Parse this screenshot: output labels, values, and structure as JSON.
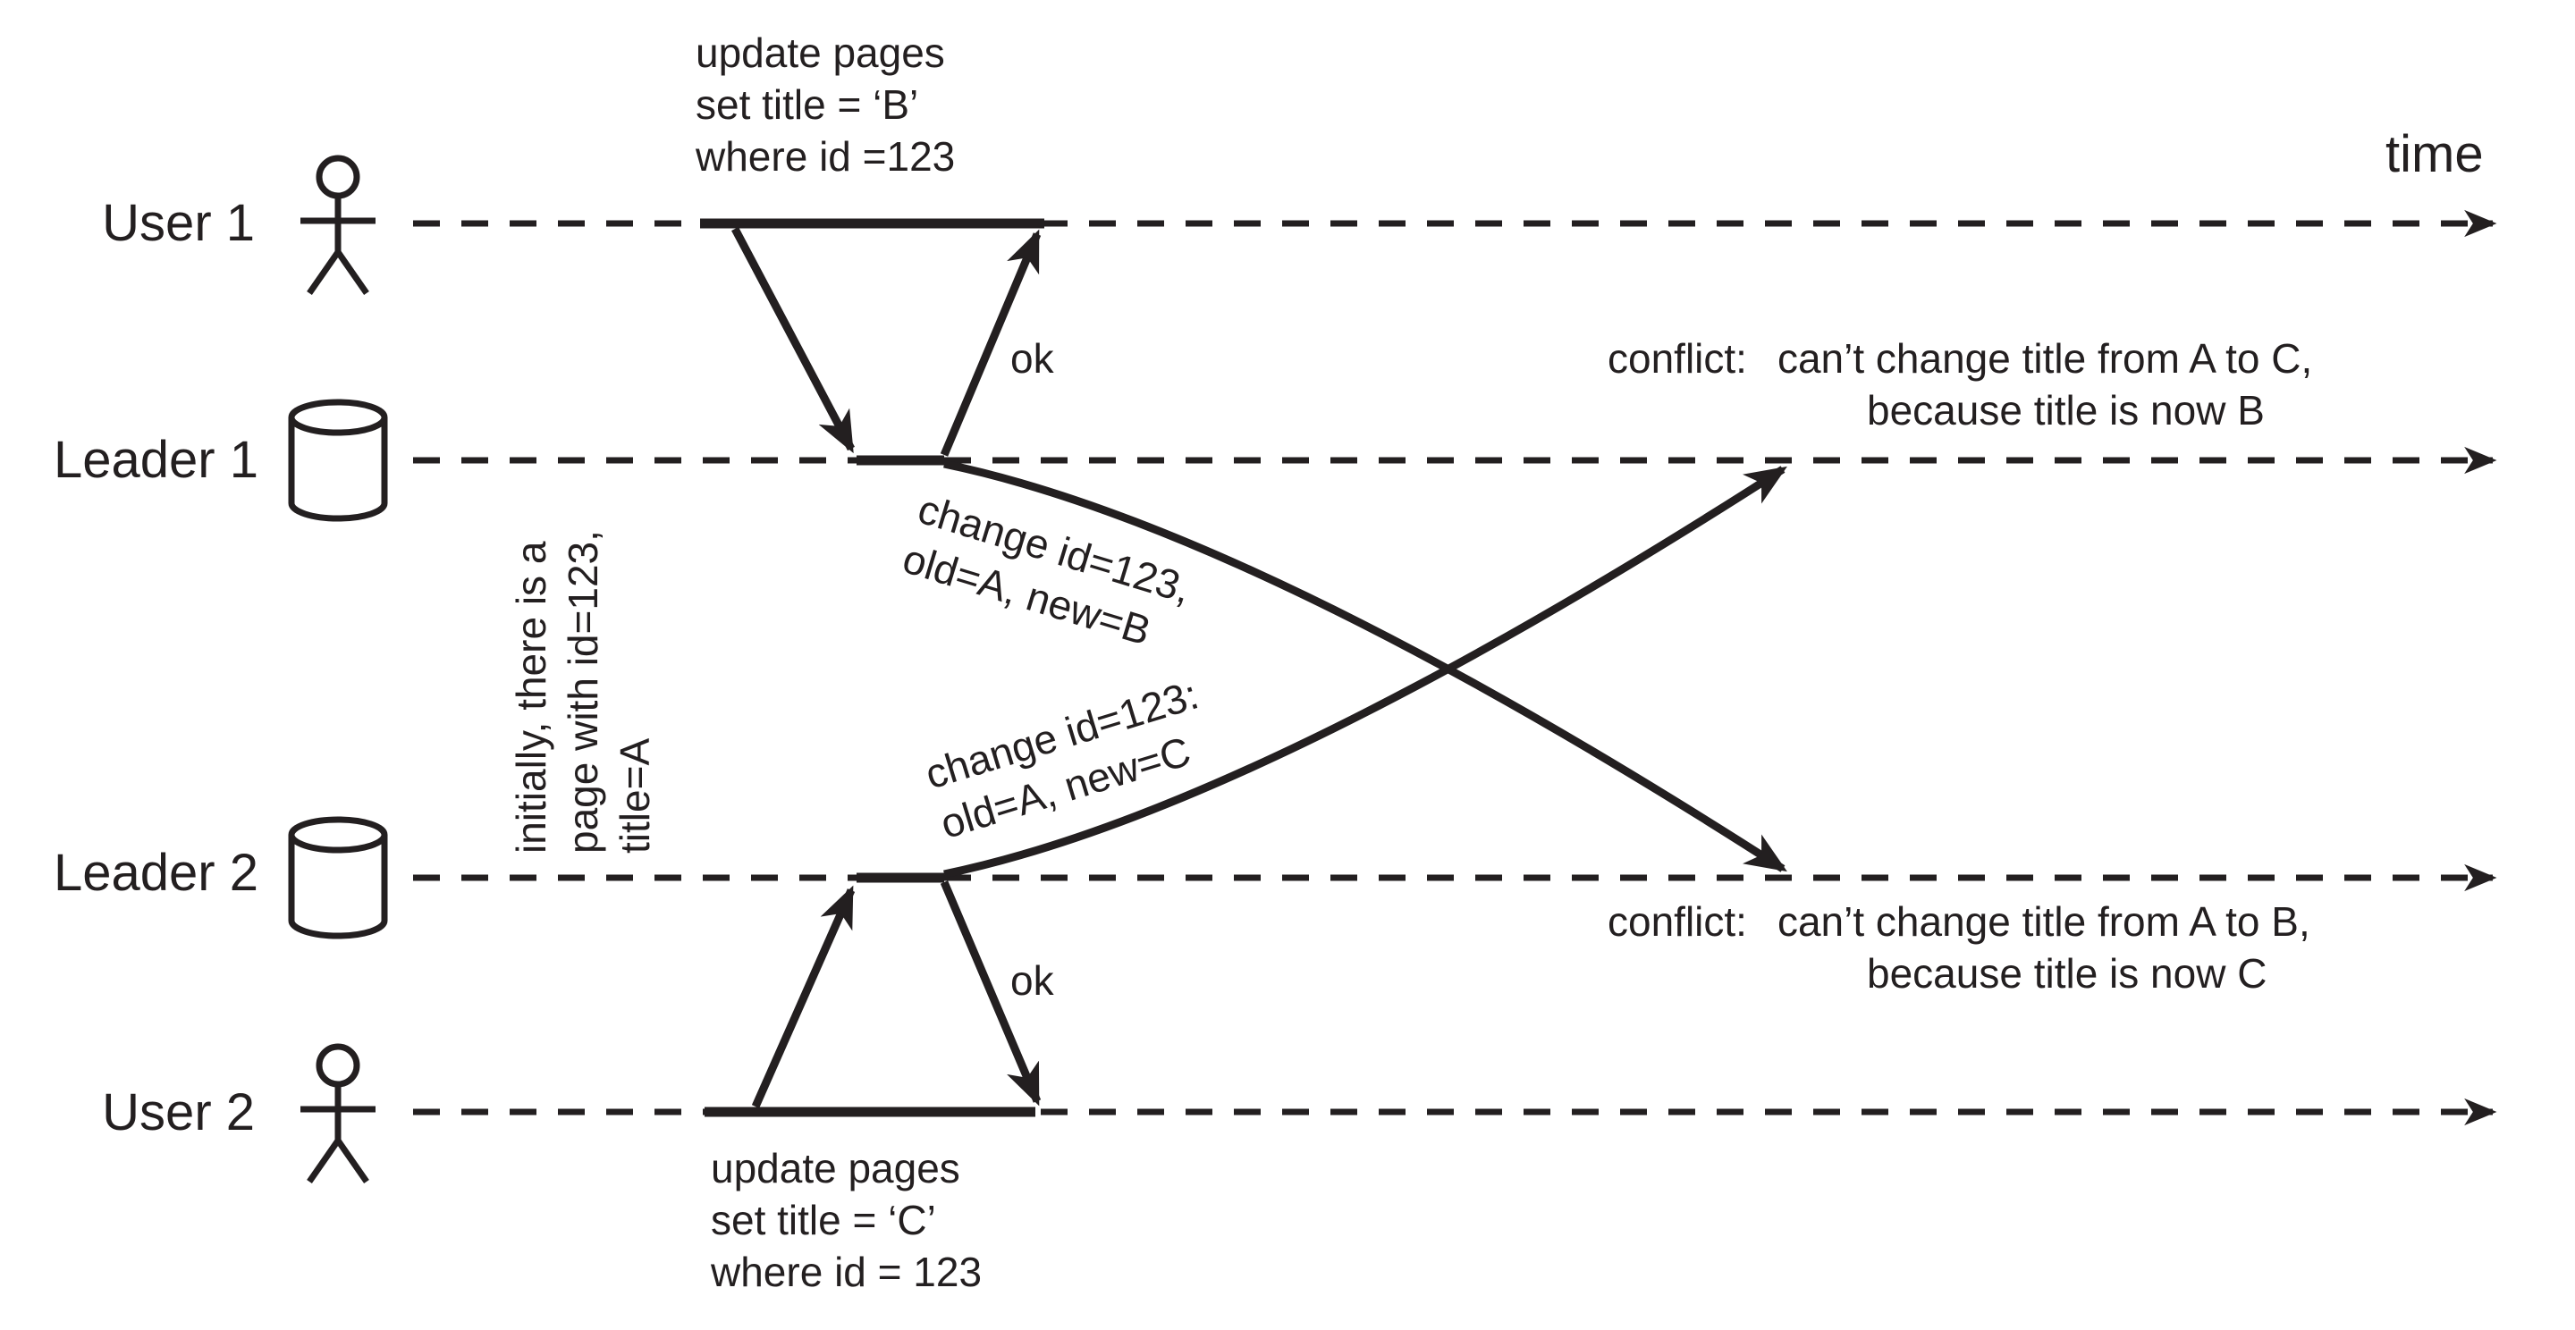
{
  "colors": {
    "ink": "#231f20",
    "background": "#ffffff"
  },
  "time_label": "time",
  "actors": [
    {
      "label": "User 1",
      "icon": "person-icon"
    },
    {
      "label": "Leader 1",
      "icon": "database-icon"
    },
    {
      "label": "Leader 2",
      "icon": "database-icon"
    },
    {
      "label": "User 2",
      "icon": "person-icon"
    }
  ],
  "user1_query": {
    "lines": [
      "update pages",
      "set title = ‘B’",
      "where id =123"
    ]
  },
  "user2_query": {
    "lines": [
      "update pages",
      "set title = ‘C’",
      "where id = 123"
    ]
  },
  "ok_labels": {
    "user1": "ok",
    "user2": "ok"
  },
  "replication": {
    "leader1_to_leader2": {
      "lines": [
        "change id=123,",
        "old=A, new=B"
      ]
    },
    "leader2_to_leader1": {
      "lines": [
        "change id=123:",
        "old=A, new=C"
      ]
    }
  },
  "initial_note": {
    "text": "initially, there is a page with id=123, title=A"
  },
  "conflicts": {
    "leader1": {
      "prefix": "conflict:",
      "line1": "can’t change title from A to C,",
      "line2": "because title is now B"
    },
    "leader2": {
      "prefix": "conflict:",
      "line1": "can’t change title from A to B,",
      "line2": "because title is now C"
    }
  }
}
